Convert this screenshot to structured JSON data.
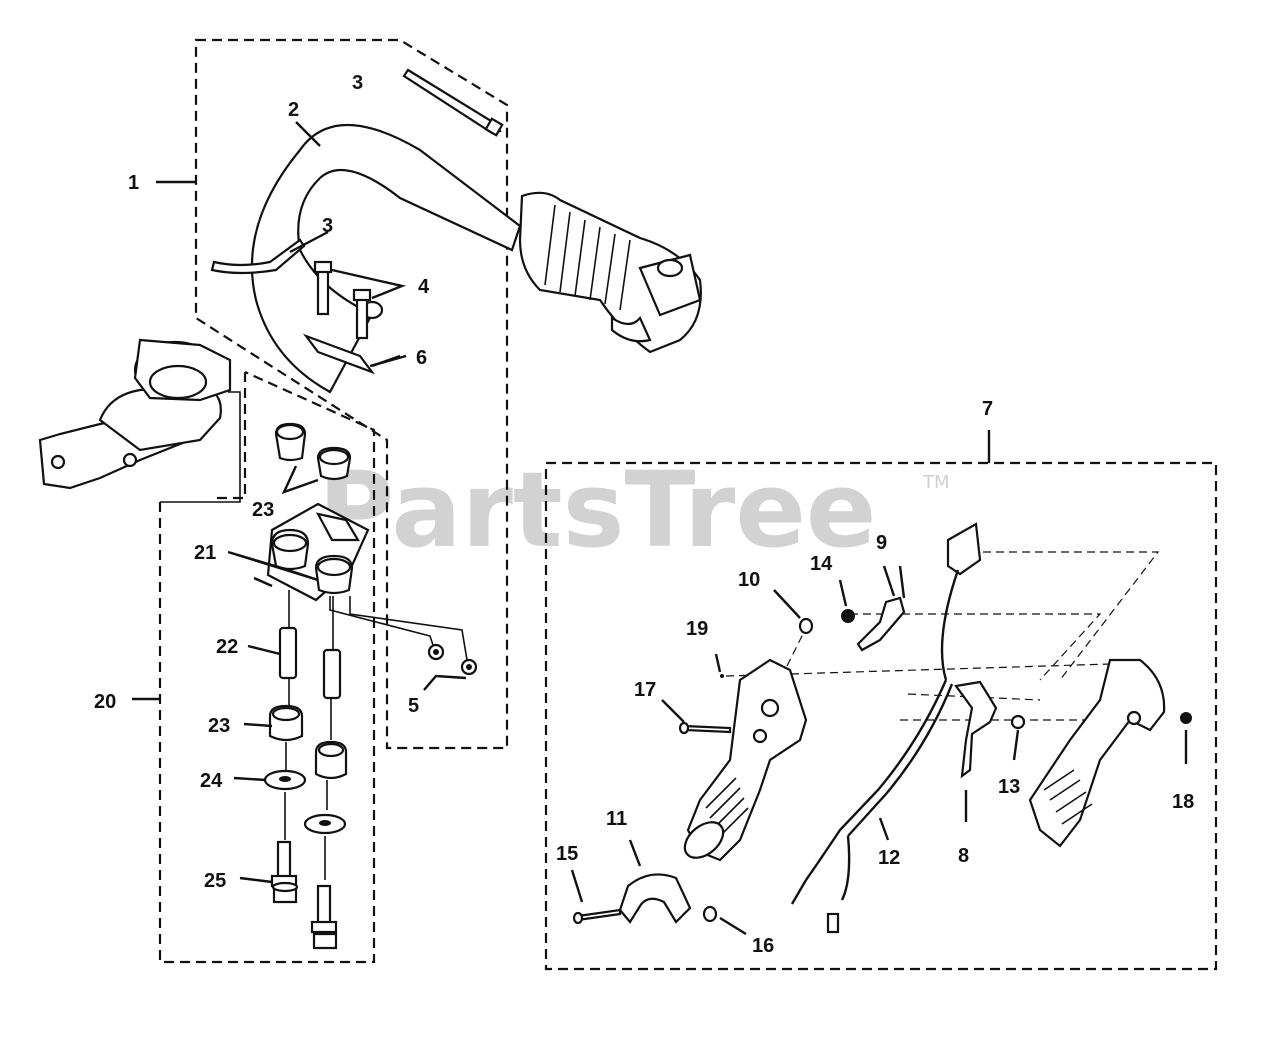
{
  "watermark": {
    "text": "PartsTree",
    "trademark": "TM"
  },
  "callouts": {
    "c1": "1",
    "c2": "2",
    "c3a": "3",
    "c3b": "3",
    "c4": "4",
    "c5": "5",
    "c6": "6",
    "c7": "7",
    "c8": "8",
    "c9": "9",
    "c10": "10",
    "c11": "11",
    "c12": "12",
    "c13": "13",
    "c14": "14",
    "c15": "15",
    "c16": "16",
    "c17": "17",
    "c18": "18",
    "c19": "19",
    "c20": "20",
    "c21": "21",
    "c22": "22",
    "c23a": "23",
    "c23b": "23",
    "c24": "24",
    "c25": "25"
  },
  "colors": {
    "ink": "#111111",
    "watermark": "#d2d2d2",
    "background": "#ffffff"
  }
}
